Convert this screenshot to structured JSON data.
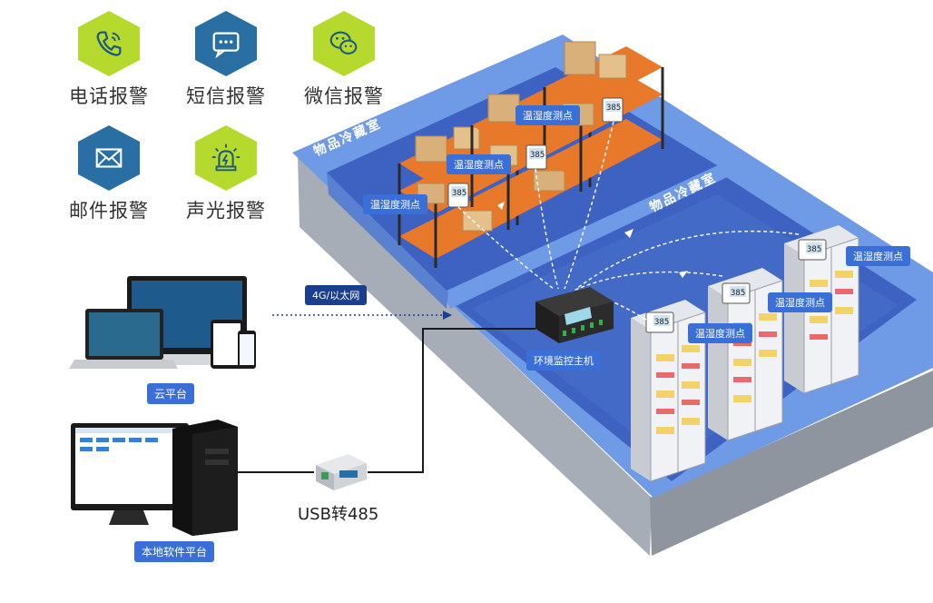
{
  "alarms": [
    {
      "label": "电话报警",
      "icon": "phone-icon",
      "color": "#b6d92e"
    },
    {
      "label": "短信报警",
      "icon": "sms-icon",
      "color": "#2a6fa3"
    },
    {
      "label": "微信报警",
      "icon": "wechat-icon",
      "color": "#b6d92e"
    },
    {
      "label": "邮件报警",
      "icon": "mail-icon",
      "color": "#2a6fa3"
    },
    {
      "label": "声光报警",
      "icon": "siren-icon",
      "color": "#b6d92e"
    }
  ],
  "platforms": {
    "cloud": "云平台",
    "local": "本地软件平台"
  },
  "network_label": "4G/以太网",
  "converter_label": "USB转485",
  "host_label": "环境监控主机",
  "rooms": {
    "upper": "物品冷藏室",
    "lower": "物品冷藏室"
  },
  "sensor_label": "温湿度测点",
  "sensor_labels": [
    "温湿度测点",
    "温湿度测点",
    "温湿度测点",
    "温湿度测点",
    "温湿度测点",
    "温湿度测点"
  ],
  "sensor_readings": [
    "385",
    "385",
    "385",
    "385",
    "385",
    "385"
  ],
  "colors": {
    "floor": "#3d62c2",
    "wall_top": "#6f9ae6",
    "wall_side": "#a7adb6",
    "shelf": "#e8782a",
    "box": "#d9b07a",
    "pill": "#3a6fd8"
  }
}
